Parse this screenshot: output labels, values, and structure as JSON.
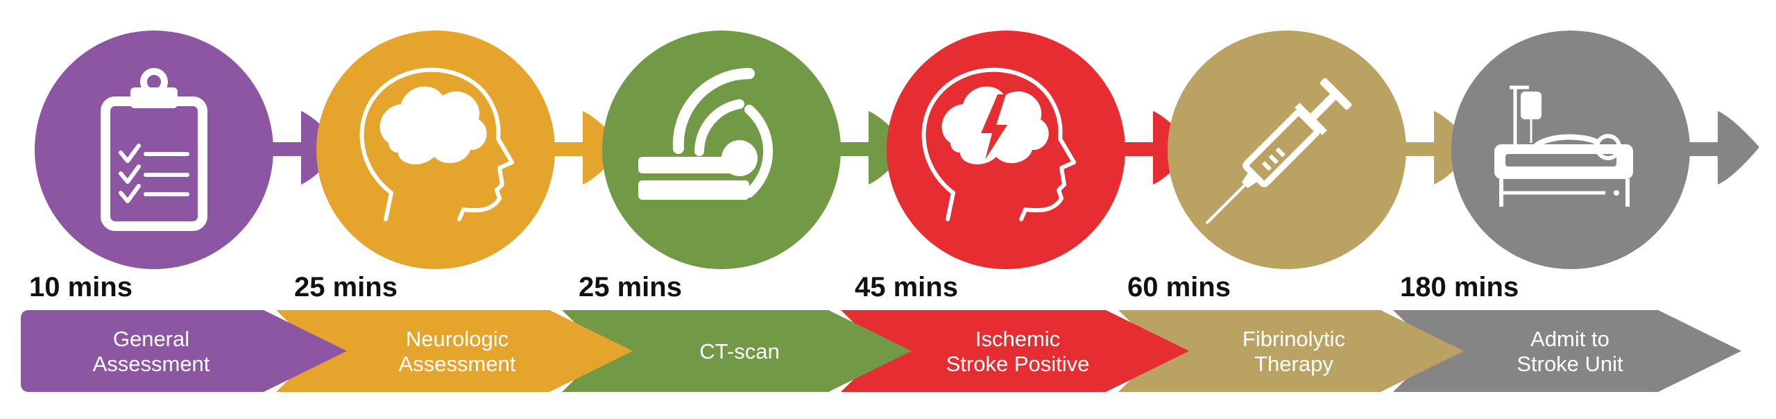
{
  "steps": [
    {
      "time": "10 mins",
      "label": [
        "General",
        "Assessment"
      ],
      "color": "#8c56a3",
      "icon": "clipboard-icon"
    },
    {
      "time": "25 mins",
      "label": [
        "Neurologic",
        "Assessment"
      ],
      "color": "#e5a42c",
      "icon": "brain-head-icon"
    },
    {
      "time": "25 mins",
      "label": [
        "CT-scan"
      ],
      "color": "#729945",
      "icon": "ct-scanner-icon"
    },
    {
      "time": "45 mins",
      "label": [
        "Ischemic",
        "Stroke Positive"
      ],
      "color": "#e52d32",
      "icon": "stroke-brain-icon"
    },
    {
      "time": "60 mins",
      "label": [
        "Fibrinolytic",
        "Therapy"
      ],
      "color": "#baa362",
      "icon": "syringe-icon"
    },
    {
      "time": "180 mins",
      "label": [
        "Admit to",
        "Stroke Unit"
      ],
      "color": "#858585",
      "icon": "hospital-bed-icon"
    }
  ]
}
